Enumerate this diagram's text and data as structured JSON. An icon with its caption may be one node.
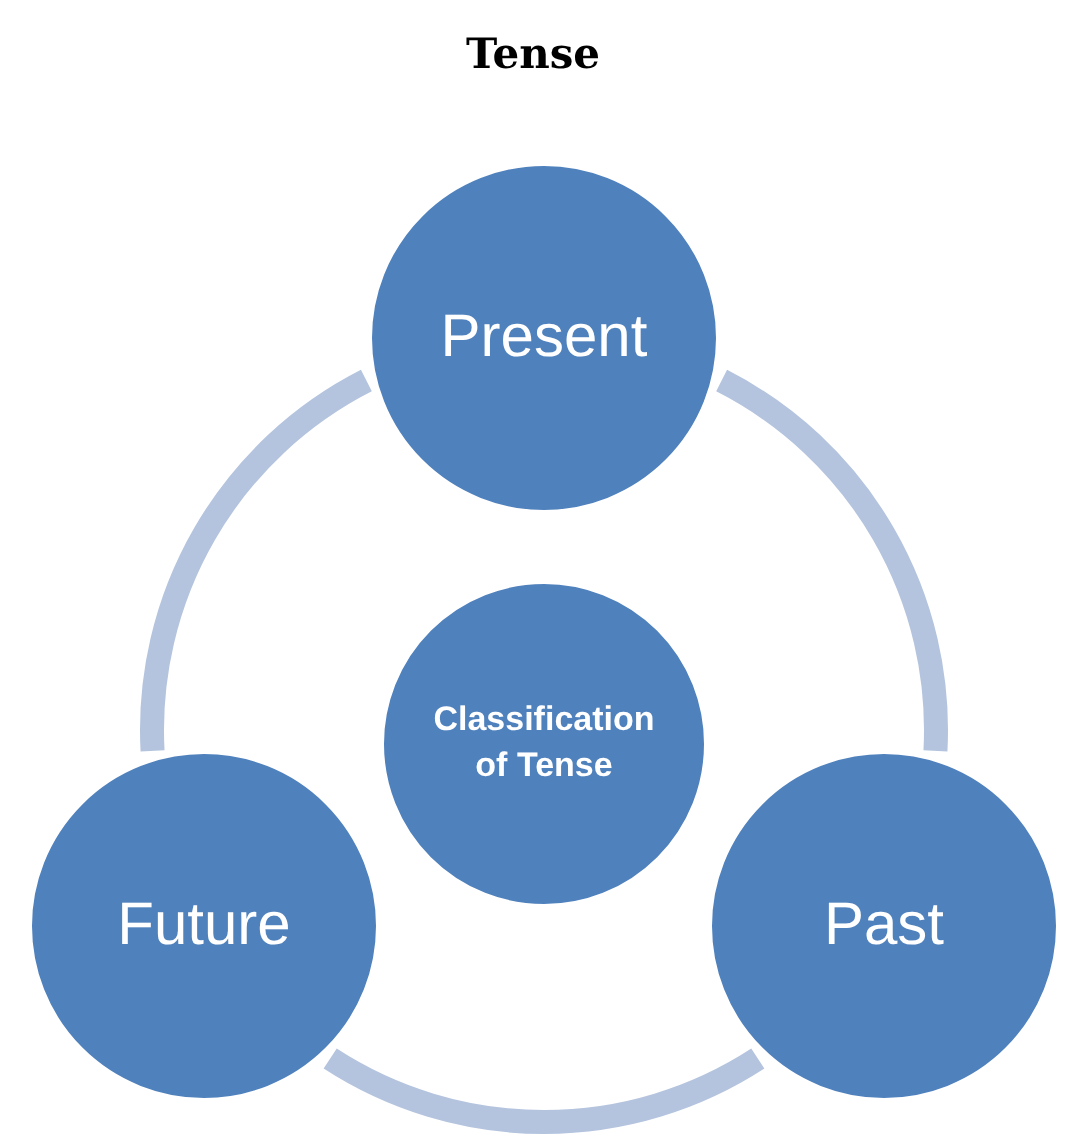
{
  "diagram": {
    "title": "Tense",
    "nodes": [
      {
        "text": [
          "Present"
        ]
      },
      {
        "text": [
          "Classification of Tense"
        ]
      },
      {
        "text": [
          "Future"
        ]
      },
      {
        "text": [
          "Past"
        ]
      }
    ],
    "edges": [
      {
        "from": 0,
        "to": 3,
        "arrow": "none"
      },
      {
        "from": 3,
        "to": 2,
        "arrow": "none"
      },
      {
        "from": 2,
        "to": 0,
        "arrow": "none"
      }
    ]
  }
}
